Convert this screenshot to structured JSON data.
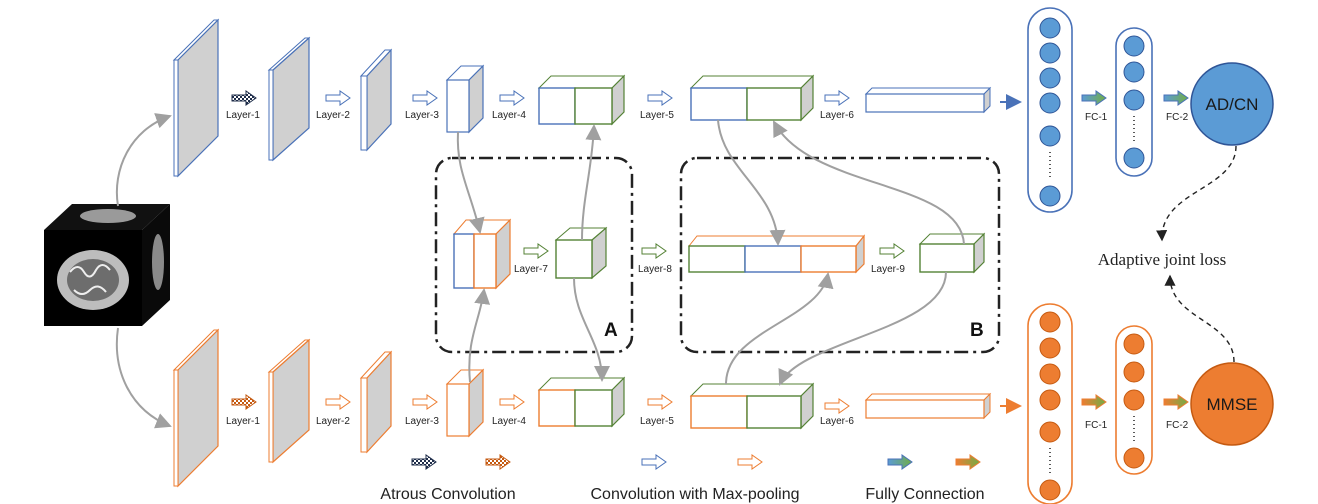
{
  "colors": {
    "blue": "#4a72b8",
    "orange": "#ed7d31",
    "green": "#548235",
    "gray_face": "#d0d0d0",
    "node_blue": "#5b9bd5",
    "node_orange": "#ed7d31",
    "connector": "#a0a0a0"
  },
  "layer_labels": {
    "l1": "Layer-1",
    "l2": "Layer-2",
    "l3": "Layer-3",
    "l4": "Layer-4",
    "l5": "Layer-5",
    "l6": "Layer-6",
    "l7": "Layer-7",
    "l8": "Layer-8",
    "l9": "Layer-9"
  },
  "fc_labels": {
    "fc1": "FC-1",
    "fc2": "FC-2"
  },
  "outputs": {
    "top": "AD/CN",
    "bottom": "MMSE"
  },
  "loss_label": "Adaptive joint loss",
  "region_tags": {
    "a": "A",
    "b": "B"
  },
  "legend": {
    "atrous": "Atrous Convolution",
    "conv_pool": "Convolution with Max-pooling",
    "fully": "Fully Connection"
  },
  "icons": [
    "brain-mri-cube-icon",
    "atrous-arrow-icon",
    "conv-arrow-icon",
    "fc-arrow-icon"
  ]
}
